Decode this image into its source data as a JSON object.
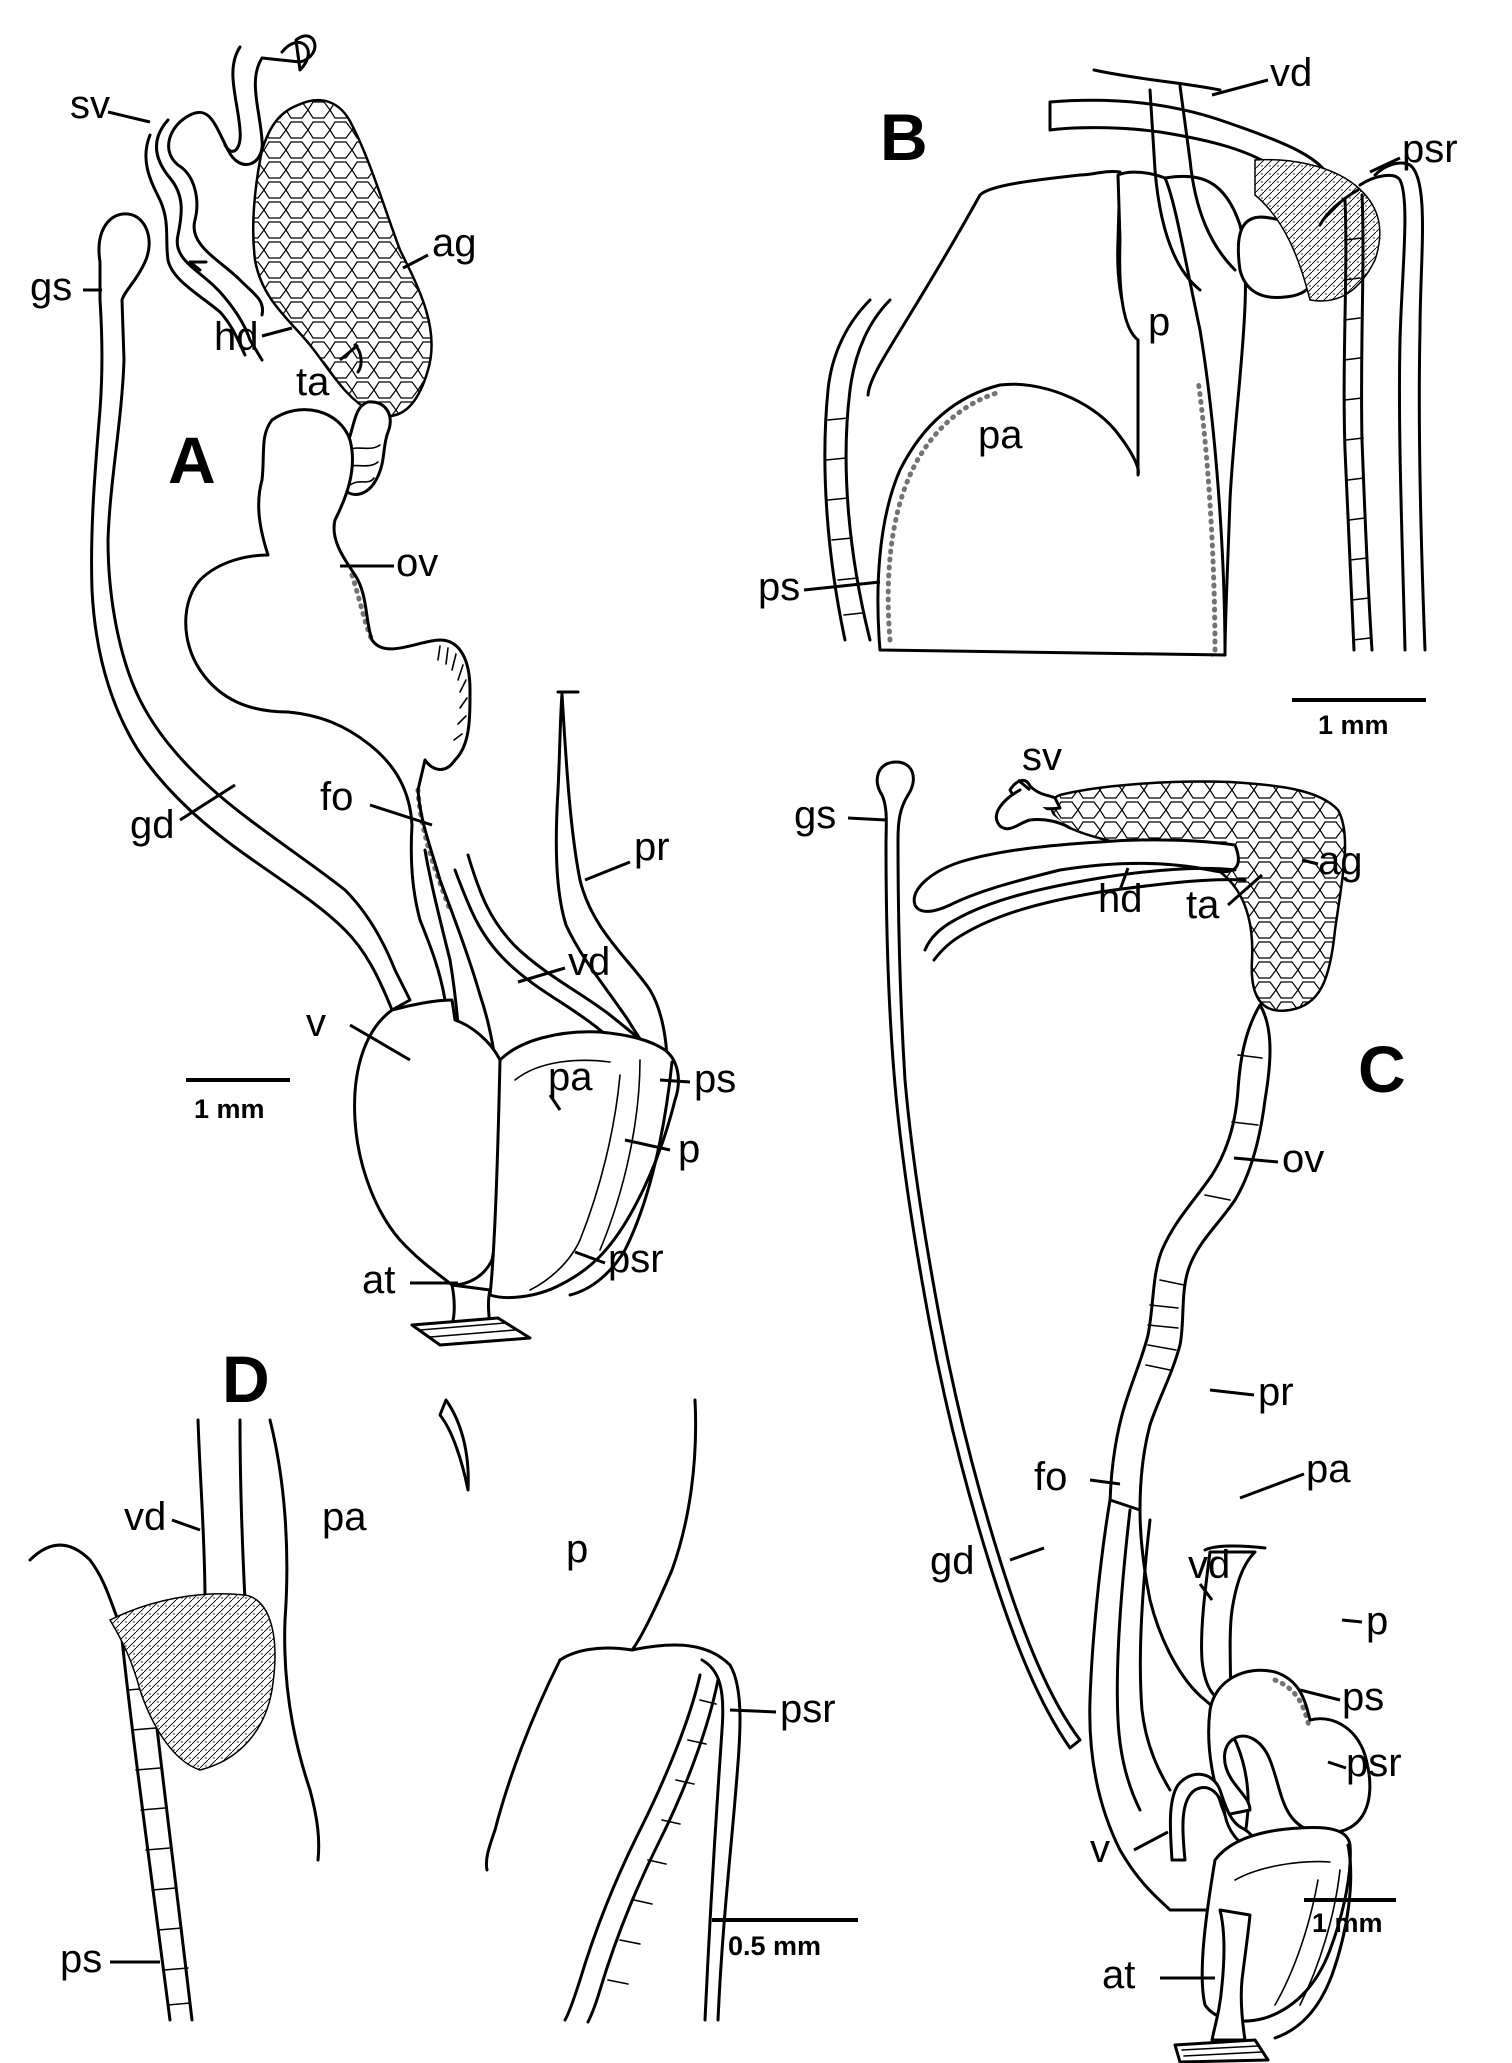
{
  "panels": {
    "A": {
      "letter": "A",
      "labels": {
        "sv": "sv",
        "ag": "ag",
        "gs": "gs",
        "hd": "hd",
        "ta": "ta",
        "ov": "ov",
        "gd": "gd",
        "fo": "fo",
        "pr": "pr",
        "vd": "vd",
        "v": "v",
        "pa": "pa",
        "ps": "ps",
        "p": "p",
        "at": "at",
        "psr": "psr"
      },
      "scale": "1 mm"
    },
    "B": {
      "letter": "B",
      "labels": {
        "vd": "vd",
        "psr": "psr",
        "p": "p",
        "pa": "pa",
        "ps": "ps"
      },
      "scale": "1 mm"
    },
    "C": {
      "letter": "C",
      "labels": {
        "sv": "sv",
        "gs": "gs",
        "ag": "ag",
        "hd": "hd",
        "ta": "ta",
        "ov": "ov",
        "pr": "pr",
        "pa": "pa",
        "fo": "fo",
        "gd": "gd",
        "vd": "vd",
        "p": "p",
        "ps": "ps",
        "psr": "psr",
        "v": "v",
        "at": "at"
      },
      "scale": "1 mm"
    },
    "D": {
      "letter": "D",
      "labels": {
        "vd": "vd",
        "pa": "pa",
        "p": "p",
        "psr": "psr",
        "ps": "ps"
      },
      "scale": "0.5 mm"
    }
  }
}
